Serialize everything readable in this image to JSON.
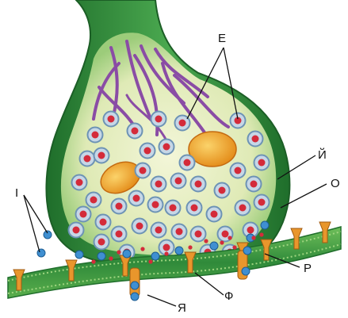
{
  "labels": {
    "e": "Е",
    "y": "Й",
    "o": "О",
    "i": "І",
    "r": "Р",
    "f": "Ф",
    "ya": "Я"
  },
  "colors": {
    "axon_green": "#2f8a3a",
    "terminal_fill": "#e6efc4",
    "vesicle_red": "#d42b3a",
    "vesicle_ring": "#6d93b5",
    "mitochondrion": "#f0a726",
    "nerve_purple": "#8a4ca5",
    "membrane_green": "#3e9a3f",
    "receptor_orange": "#e8962c",
    "ion_blue": "#3f8fd1"
  },
  "icons": {
    "vesicle": "vesicle-icon",
    "receptor": "receptor-icon",
    "ion": "ion-icon"
  }
}
